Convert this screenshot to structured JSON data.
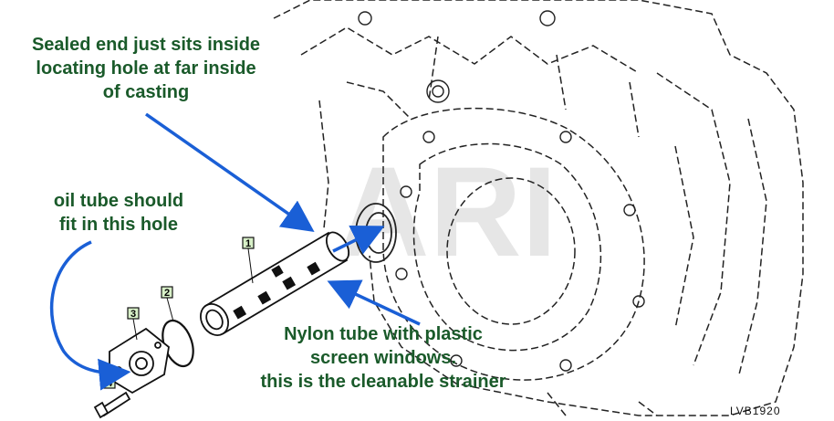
{
  "colors": {
    "annotation_text": "#1a5a2a",
    "arrow": "#1a5fd6",
    "line_art": "#222222",
    "callout_fill": "#d8f0c8",
    "watermark": "#e6e6e6"
  },
  "annotations": {
    "sealed_end": {
      "line1": "Sealed end just sits inside",
      "line2": "locating hole at far inside",
      "line3": "of casting"
    },
    "oil_tube": {
      "line1": "oil tube should",
      "line2": "fit in this hole"
    },
    "nylon_tube": {
      "line1": "Nylon tube with plastic",
      "line2": "screen windows.",
      "line3": "this is the cleanable strainer"
    }
  },
  "callouts": [
    "1",
    "2",
    "3",
    "4"
  ],
  "watermark": "ARI",
  "reference_code": "LVB1920"
}
